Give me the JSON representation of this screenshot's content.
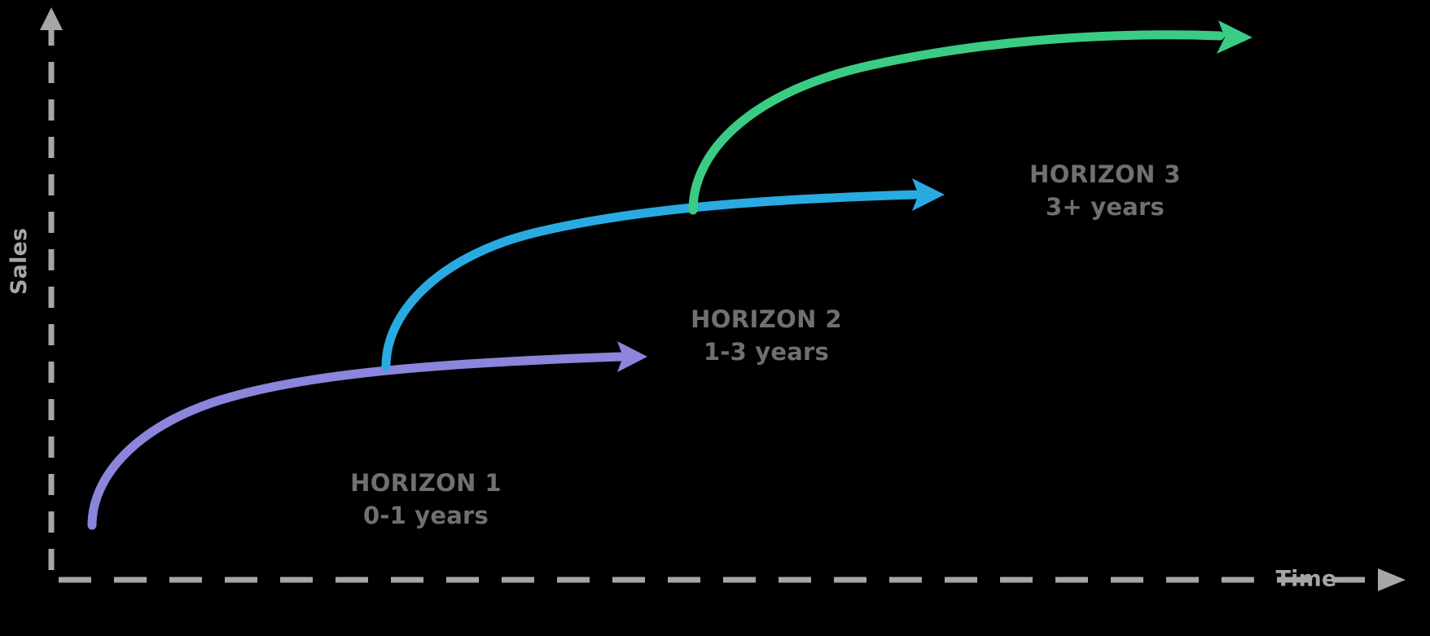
{
  "axes": {
    "y_label": "Sales",
    "x_label": "Time",
    "axis_color": "#a6a6a6",
    "style": "dashed-with-arrowhead"
  },
  "horizons": [
    {
      "id": "horizon-1",
      "title": "HORIZON 1",
      "subtitle": "0-1 years",
      "color": "#8b85dc",
      "label_color": "#6f7072"
    },
    {
      "id": "horizon-2",
      "title": "HORIZON 2",
      "subtitle": "1-3 years",
      "color": "#29abe2",
      "label_color": "#6f7072"
    },
    {
      "id": "horizon-3",
      "title": "HORIZON 3",
      "subtitle": "3+ years",
      "color": "#3acc84",
      "label_color": "#6f7072"
    }
  ],
  "background_color": "#000000",
  "chart_data": {
    "type": "line",
    "title": "",
    "xlabel": "Time",
    "ylabel": "Sales",
    "grid": false,
    "legend": "inline-annotations",
    "xlim": [
      0,
      100
    ],
    "ylim": [
      0,
      100
    ],
    "annotations": [
      {
        "text": "HORIZON 1",
        "x": 30,
        "y": 25,
        "color": "#6f7072"
      },
      {
        "text": "0-1 years",
        "x": 30,
        "y": 19,
        "color": "#6f7072"
      },
      {
        "text": "HORIZON 2",
        "x": 54,
        "y": 52,
        "color": "#6f7072"
      },
      {
        "text": "1-3 years",
        "x": 54,
        "y": 46,
        "color": "#6f7072"
      },
      {
        "text": "HORIZON 3",
        "x": 78,
        "y": 77,
        "color": "#6f7072"
      },
      {
        "text": "3+ years",
        "x": 78,
        "y": 71,
        "color": "#6f7072"
      }
    ],
    "series": [
      {
        "name": "HORIZON 1",
        "color": "#8b85dc",
        "label": "0-1 years",
        "x": [
          6,
          10,
          16,
          23,
          30,
          37,
          43,
          48
        ],
        "y": [
          8,
          22,
          31,
          36,
          39,
          41,
          42,
          43
        ]
      },
      {
        "name": "HORIZON 2",
        "color": "#29abe2",
        "label": "1-3 years",
        "x": [
          28,
          32,
          38,
          45,
          52,
          58,
          64,
          70
        ],
        "y": [
          37,
          50,
          59,
          64,
          66,
          67,
          68,
          68
        ]
      },
      {
        "name": "HORIZON 3",
        "color": "#3acc84",
        "label": "3+ years",
        "x": [
          52,
          56,
          62,
          70,
          78,
          85,
          92,
          97
        ],
        "y": [
          64,
          77,
          85,
          90,
          93,
          95,
          96,
          97
        ]
      }
    ]
  }
}
